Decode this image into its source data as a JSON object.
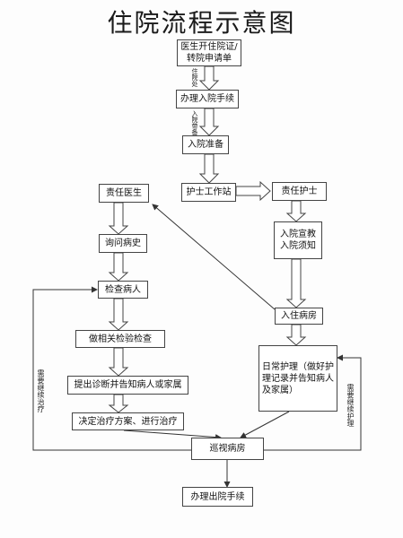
{
  "title": "住院流程示意图",
  "nodes": {
    "doctor_order": "医生开住院证/转院申请单",
    "admission_procedure": "办理入院手续",
    "admission_prep": "入院准备",
    "nurse_station": "护士工作站",
    "duty_nurse": "责任护士",
    "admission_notice": "入院宣教入院须知",
    "ward_admission": "入住病房",
    "daily_care": "日常护理（做好护理记录并告知病人及家属）",
    "duty_doctor": "责任医生",
    "inquiry": "询问病史",
    "exam": "检查病人",
    "tests": "做相关检验检查",
    "diagnosis": "提出诊断并告知病人或家属",
    "treatment": "决定治疗方案、进行治疗",
    "ward_round": "巡视病房",
    "discharge": "办理出院手续"
  },
  "labels": {
    "admission_office": "住院处",
    "with_records": "入院带备案",
    "continue_treatment": "需要继续治疗",
    "continue_care": "需要继续护理"
  }
}
